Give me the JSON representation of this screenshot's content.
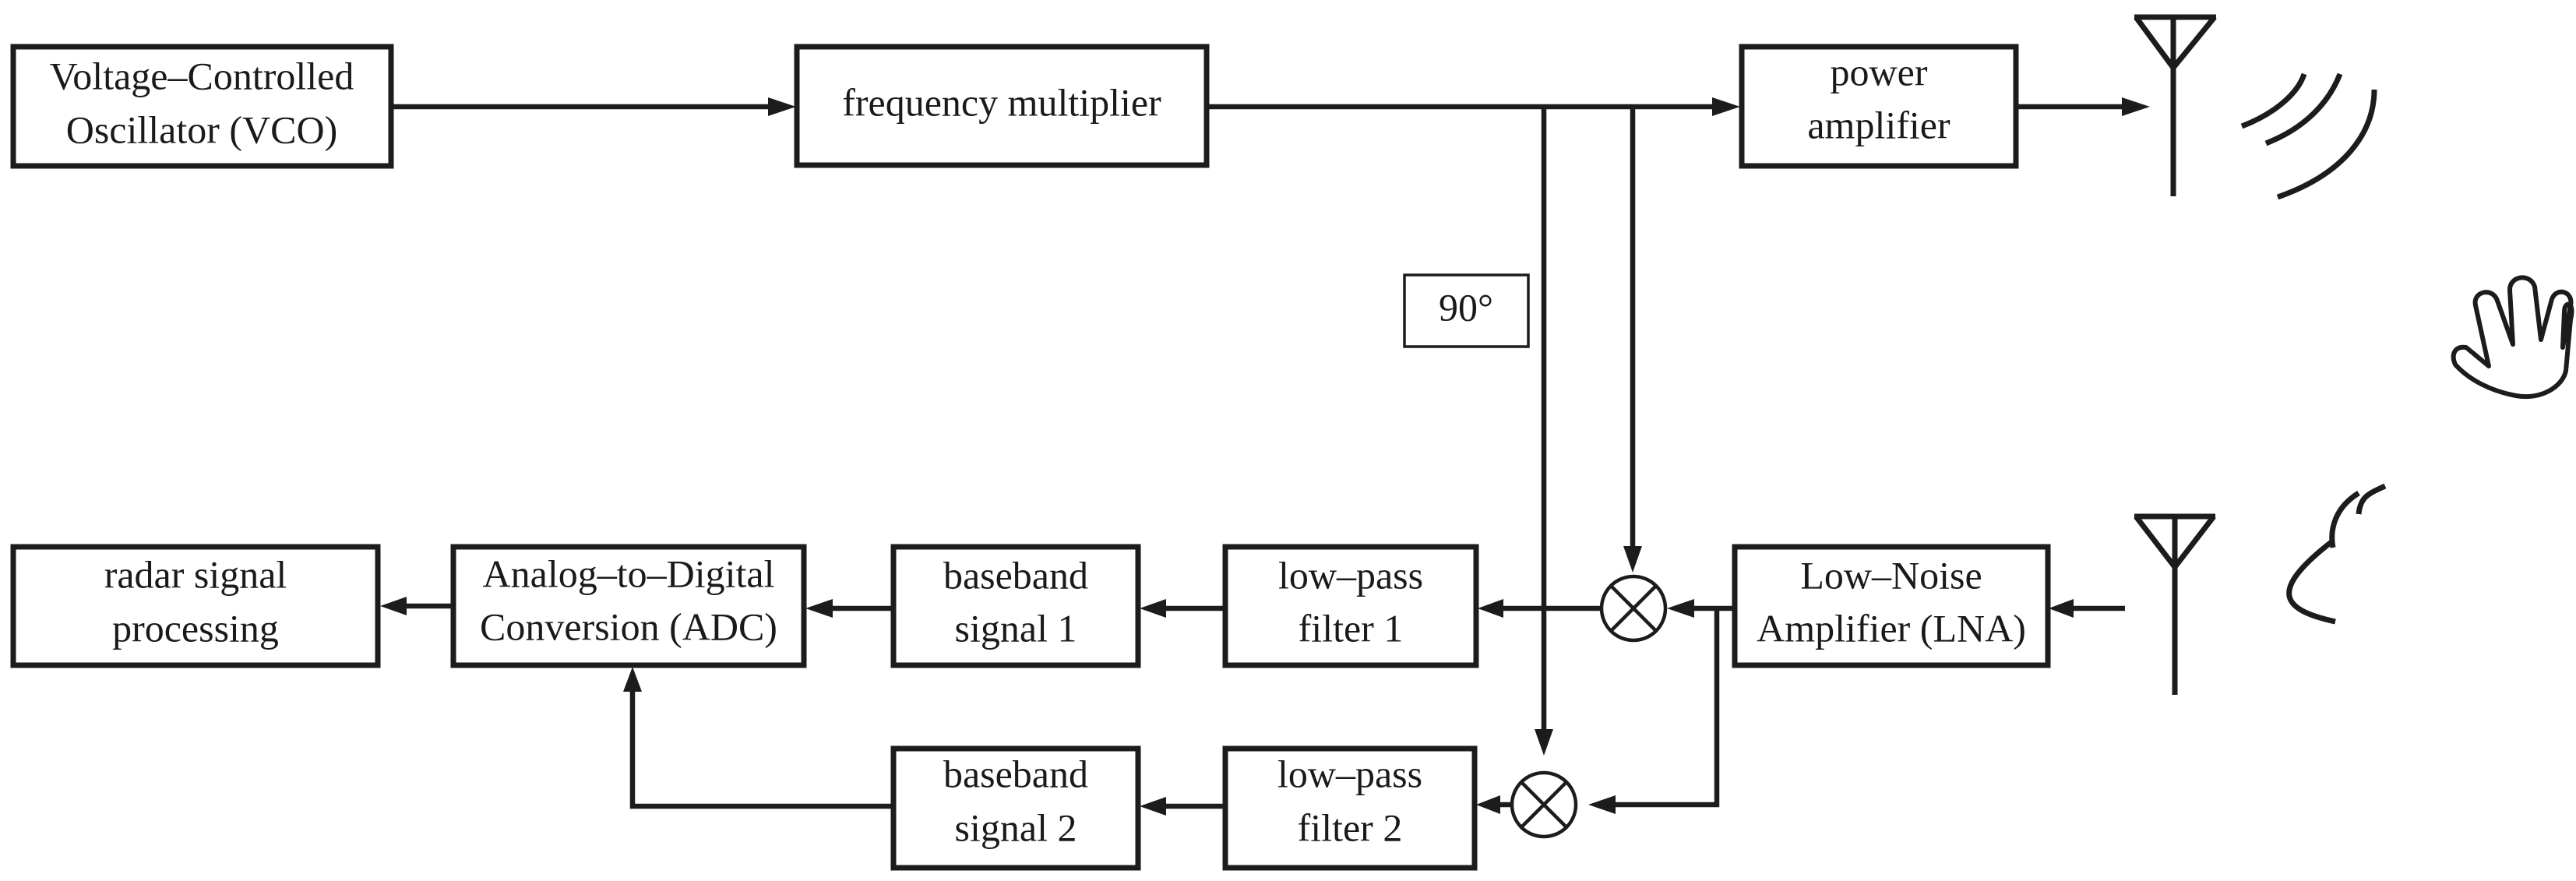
{
  "blocks": {
    "vco": {
      "line1": "Voltage–Controlled",
      "line2": "Oscillator (VCO)"
    },
    "multiplier": {
      "line1": "frequency multiplier"
    },
    "pa": {
      "line1": "power",
      "line2": "amplifier"
    },
    "phase_shift": {
      "line1": "90°"
    },
    "lna": {
      "line1": "Low–Noise",
      "line2": "Amplifier (LNA)"
    },
    "lpf1": {
      "line1": "low–pass",
      "line2": "filter 1"
    },
    "lpf2": {
      "line1": "low–pass",
      "line2": "filter 2"
    },
    "bb1": {
      "line1": "baseband",
      "line2": "signal 1"
    },
    "bb2": {
      "line1": "baseband",
      "line2": "signal 2"
    },
    "adc": {
      "line1": "Analog–to–Digital",
      "line2": "Conversion (ADC)"
    },
    "dsp": {
      "line1": "radar signal",
      "line2": "processing"
    }
  },
  "icons": {
    "mixer": "circled-x-icon",
    "tx_antenna": "antenna-icon",
    "rx_antenna": "antenna-icon",
    "tx_waves": "radio-wave-icon",
    "rx_waves": "radio-wave-icon",
    "target": "hand-icon"
  },
  "colors": {
    "stroke": "#1c1c1c",
    "text": "#1a1a1a",
    "background": "#ffffff"
  }
}
